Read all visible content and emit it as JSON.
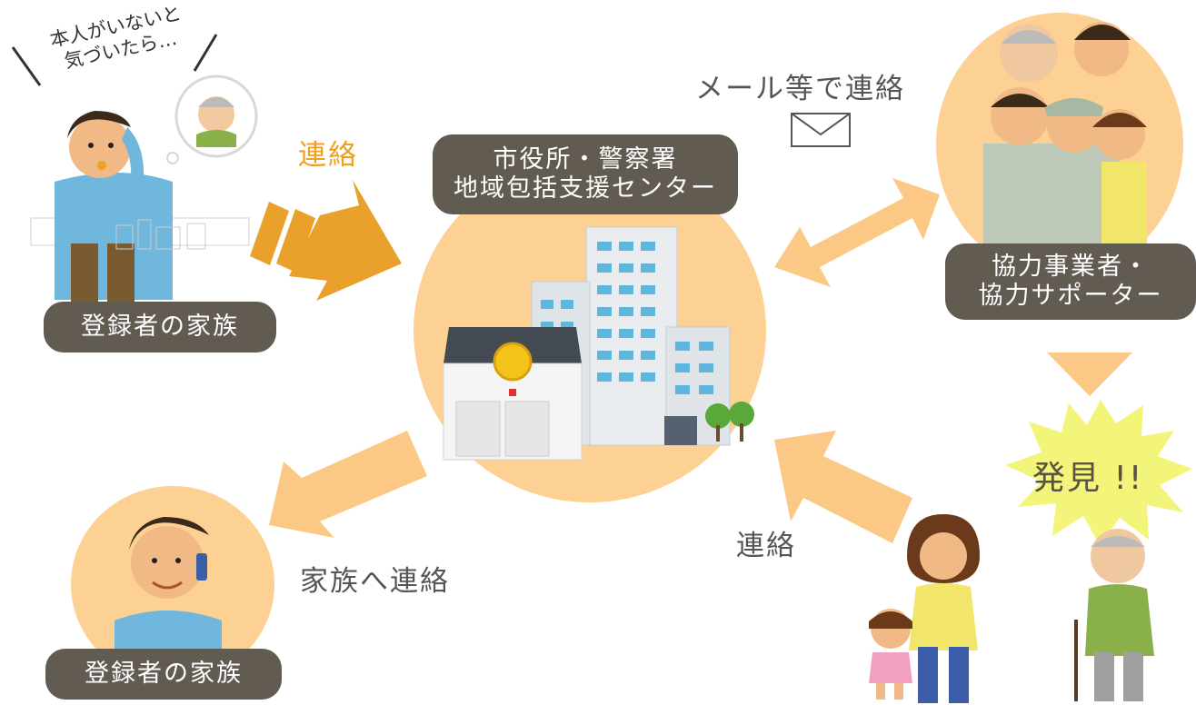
{
  "nodes": {
    "family_top": {
      "label": "登録者の家族",
      "thought": "本人がいないと\n気づいたら…"
    },
    "center": {
      "label_line1": "市役所・警察署",
      "label_line2": "地域包括支援センター"
    },
    "partners": {
      "label_line1": "協力事業者・",
      "label_line2": "協力サポーター"
    },
    "family_bottom": {
      "label": "登録者の家族"
    },
    "found": {
      "label": "発見 !!"
    }
  },
  "edges": {
    "family_to_center": "連絡",
    "center_to_partners": "メール等で連絡",
    "found_to_center": "連絡",
    "center_to_family": "家族へ連絡"
  },
  "colors": {
    "circle": "#fcd193",
    "pill": "#625b52",
    "arrow_light": "#fbc985",
    "arrow_dark": "#eaa12c",
    "burst": "#f3f57a"
  },
  "icons": [
    "envelope-icon",
    "building-icon",
    "police-station-icon",
    "tree-icon",
    "person-phone-icon",
    "worried-person-icon",
    "elderly-person-icon",
    "child-icon"
  ]
}
